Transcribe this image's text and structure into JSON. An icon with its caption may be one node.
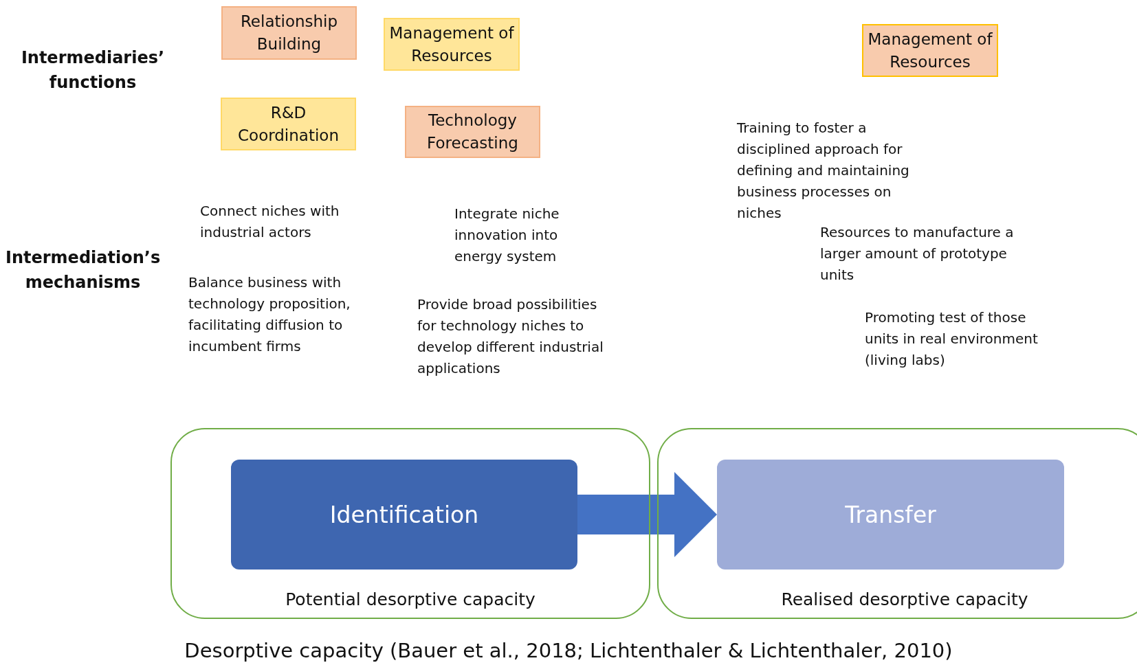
{
  "diagram": {
    "caption": "Desorptive capacity (Bauer et al., 2018; Lichtenthaler & Lichtenthaler, 2010)",
    "nodes": [
      {
        "text": [
          "Relationship Building"
        ]
      },
      {
        "text": [
          "Management of Resources"
        ]
      },
      {
        "text": [
          "R&D Coordination"
        ]
      },
      {
        "text": [
          "Technology Forecasting"
        ]
      },
      {
        "text": [
          "Management of Resources"
        ]
      },
      {
        "text": [
          "Potential desorptive capacity"
        ]
      },
      {
        "text": [
          "Identification"
        ],
        "in": 5
      },
      {
        "text": [
          "Realised desorptive capacity"
        ]
      },
      {
        "text": [
          "Transfer"
        ],
        "in": 7
      }
    ],
    "edges": [
      {
        "from": 6,
        "to": 8,
        "arrow": "to"
      }
    ],
    "labels": [
      "Intermediaries’ functions",
      "Training to foster a disciplined approach for defining and maintaining business processes on niches",
      "Connect niches with industrial actors",
      "Integrate niche innovation into energy system",
      "Intermediation’s mechanisms",
      "Resources to manufacture a larger amount of prototype units",
      "Balance business with technology proposition, facilitating diffusion to incumbent firms",
      "Provide broad possibilities for technology niches to develop different industrial applications",
      "Promoting test of those units in real environment (living labs)"
    ]
  }
}
